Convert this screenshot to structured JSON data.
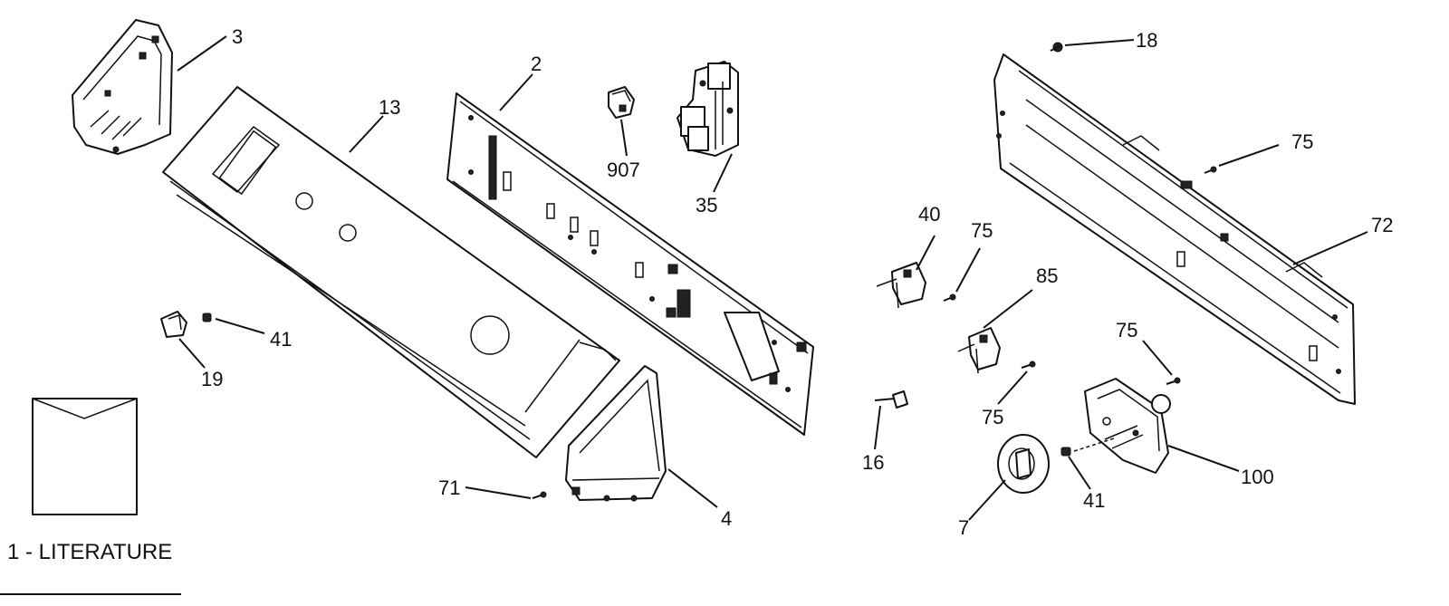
{
  "diagram": {
    "labels": {
      "p2": "2",
      "p3": "3",
      "p4": "4",
      "p7": "7",
      "p13": "13",
      "p16": "16",
      "p18": "18",
      "p19": "19",
      "p35": "35",
      "p40": "40",
      "p41a": "41",
      "p41b": "41",
      "p71": "71",
      "p72": "72",
      "p75a": "75",
      "p75b": "75",
      "p75c": "75",
      "p75d": "75",
      "p85": "85",
      "p100": "100",
      "p907": "907"
    },
    "literature_label": "1 - LITERATURE"
  }
}
